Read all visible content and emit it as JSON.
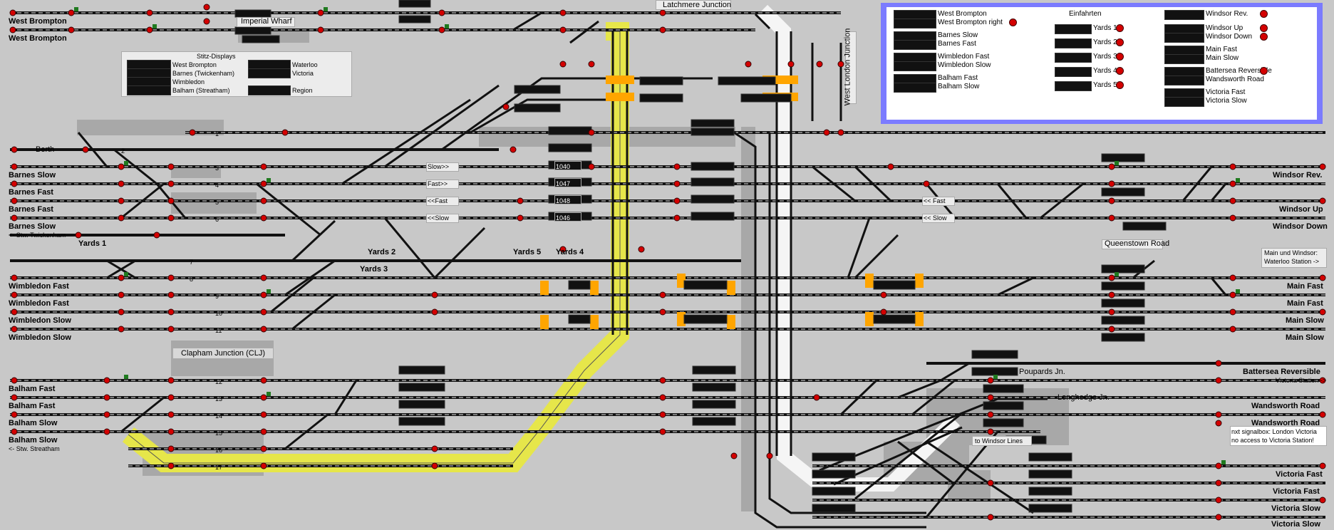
{
  "title": "Latchmere Junction",
  "areas": {
    "imperial_wharf": "Imperial Wharf",
    "west_london_junction": "West London Junction",
    "clapham_junction": "Clapham Junction (CLJ)",
    "queenstown_road": "Queenstown Road",
    "poupards": "Poupards Jn.",
    "longhedge": "Longhedge Jn.",
    "to_windsor": "to Windsor Lines"
  },
  "left_tracks": [
    "West Brompton",
    "West Brompton",
    "Barnes Slow",
    "Barnes Fast",
    "Barnes Fast",
    "Barnes Slow",
    "Wimbledon Fast",
    "Wimbledon Fast",
    "Wimbledon Slow",
    "Wimbledon Slow",
    "Balham Fast",
    "Balham Fast",
    "Balham Slow",
    "Balham Slow"
  ],
  "left_notes": {
    "twickenham": "<- Stw. Twickenham",
    "streatham": "<- Stw. Streatham",
    "berth": "Berth"
  },
  "right_tracks": [
    "Windsor Rev.",
    "Windsor Up",
    "Windsor Down",
    "Main Fast",
    "Main Fast",
    "Main Slow",
    "Main Slow",
    "Battersea Reversible",
    "Wandsworth Road",
    "Wandsworth Road",
    "Victoria Fast",
    "Victoria Fast",
    "Victoria Slow",
    "Victoria Slow"
  ],
  "right_notes": {
    "main_windsor": "Main und Windsor:",
    "waterloo": "Waterloo Station ->",
    "victoria_station": "Victoria Station ->",
    "next_signalbox": "nxt signalbox: London Victoria",
    "no_access": "no access to Victoria Station!"
  },
  "yards": [
    "Yards 1",
    "Yards 2",
    "Yards 3",
    "Yards 4",
    "Yards 5"
  ],
  "direction_labels": {
    "slow_right": "Slow>>",
    "fast_right": "Fast>>",
    "fast_left": "<<Fast",
    "slow_left": "<<Slow",
    "fast_left_r": "<< Fast",
    "slow_left_r": "<< Slow"
  },
  "stitz": {
    "title": "Stitz-Displays",
    "left": [
      "West Brompton",
      "Barnes (Twickenham)",
      "Wimbledon",
      "Balham (Streatham)"
    ],
    "right": [
      "Waterloo",
      "Victoria",
      "",
      "Region"
    ]
  },
  "einfahrten": {
    "title": "Einfahrten",
    "col1": [
      "West Brompton",
      "West Brompton right",
      "Barnes Slow",
      "Barnes Fast",
      "Wimbledon Fast",
      "Wimbledon Slow",
      "Balham Fast",
      "Balham Slow"
    ],
    "col2": [
      "Yards 1",
      "Yards 2",
      "Yards 3",
      "Yards 4",
      "Yards 5"
    ],
    "col3": [
      "Windsor Rev.",
      "Windsor Up",
      "Windsor Down",
      "Main Fast",
      "Main Slow",
      "Battersea Reversible",
      "Wandsworth Road",
      "Victoria Fast",
      "Victoria Slow"
    ]
  },
  "platform_numbers": [
    "1",
    "2",
    "3",
    "4",
    "5",
    "6",
    "7",
    "8",
    "9",
    "10",
    "11",
    "12",
    "13",
    "14",
    "15",
    "16",
    "17"
  ],
  "descriptors": [
    "1040",
    "1047",
    "1048",
    "1046"
  ],
  "colors": {
    "background": "#c8c8c8",
    "track": "#111111",
    "track_highlight": "#f5f5f5",
    "yellow_route": "#e6e64a",
    "orange_overlap": "#ffa500",
    "signal_red": "#d40000",
    "panel_border": "#7b7bff"
  }
}
